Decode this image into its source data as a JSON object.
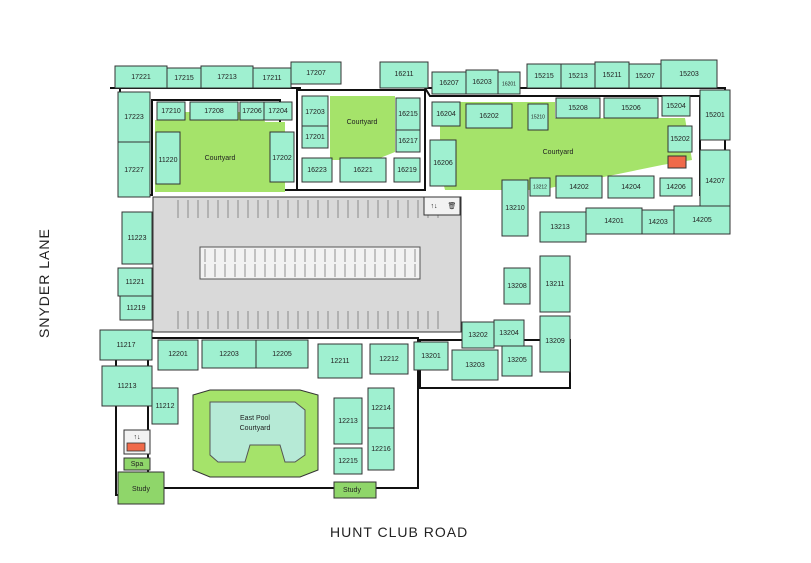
{
  "roads": {
    "bottom": "HUNT CLUB ROAD",
    "left": "SNYDER LANE"
  },
  "courtyards": {
    "west": "Courtyard",
    "center": "Courtyard",
    "east": "Courtyard",
    "pool_line1": "East Pool",
    "pool_line2": "Courtyard"
  },
  "amenities": {
    "spa": "Spa",
    "study_west": "Study",
    "study_east": "Study"
  },
  "units": {
    "u17221": "17221",
    "u17215": "17215",
    "u17213": "17213",
    "u17211": "17211",
    "u17207": "17207",
    "u17223": "17223",
    "u17227": "17227",
    "u17210": "17210",
    "u17208": "17208",
    "u17206": "17206",
    "u17204": "17204",
    "u11220": "11220",
    "u17202": "17202",
    "u16211": "16211",
    "u16207": "16207",
    "u16203": "16203",
    "u16201": "16201",
    "u17203": "17203",
    "u17201": "17201",
    "u16223": "16223",
    "u16221": "16221",
    "u16219": "16219",
    "u16217": "16217",
    "u16215": "16215",
    "u16204": "16204",
    "u16202": "16202",
    "u16206": "16206",
    "u15215": "15215",
    "u15213": "15213",
    "u15211": "15211",
    "u15207": "15207",
    "u15203": "15203",
    "u15201": "15201",
    "u15210": "15210",
    "u15208": "15208",
    "u15206": "15206",
    "u15204": "15204",
    "u15202": "15202",
    "u14207": "14207",
    "u13212": "13212",
    "u14202": "14202",
    "u14204": "14204",
    "u14206": "14206",
    "u14201": "14201",
    "u14203": "14203",
    "u14205": "14205",
    "u13210": "13210",
    "u13213": "13213",
    "u13211": "13211",
    "u13208": "13208",
    "u13209": "13209",
    "u13202": "13202",
    "u13204": "13204",
    "u13203": "13203",
    "u13205": "13205",
    "u13201": "13201",
    "u11223": "11223",
    "u11221": "11221",
    "u11219": "11219",
    "u11217": "11217",
    "u11213": "11213",
    "u11212": "11212",
    "u12201": "12201",
    "u12203": "12203",
    "u12205": "12205",
    "u12211": "12211",
    "u12212": "12212",
    "u12213": "12213",
    "u12214": "12214",
    "u12215": "12215",
    "u12216": "12216"
  },
  "service_labels": {
    "elevator_west": "↑↓",
    "elevator_parking": "↑↓"
  },
  "colors": {
    "unit": "#9ff0d0",
    "courtyard": "#a5e36a",
    "building_outline": "#222222",
    "study": "#8fd66a",
    "parking_fill": "#d9d9d9",
    "utility": "#f06a4a"
  }
}
